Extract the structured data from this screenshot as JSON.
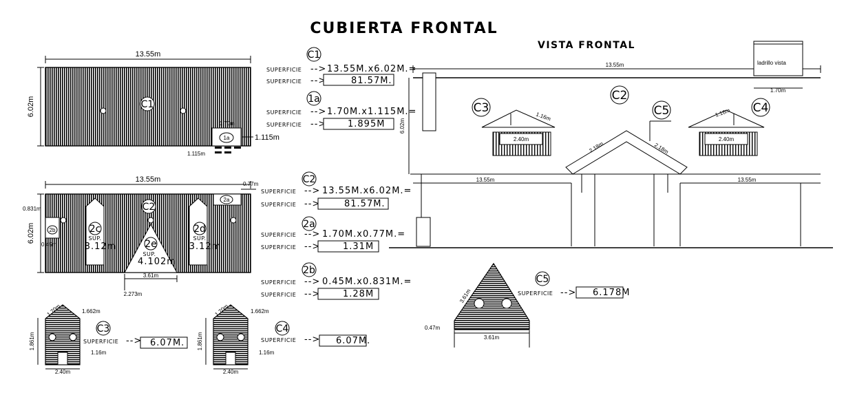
{
  "title": "CUBIERTA FRONTAL",
  "subtitle": "VISTA FRONTAL",
  "plan1": {
    "width": "13.55m",
    "height": "6.02m",
    "label": "C1",
    "sub_label": "1a",
    "sub_w": "1.70m",
    "sub_h": "1.115m",
    "sub_h2": "1.115m"
  },
  "plan2": {
    "width": "13.55m",
    "height": "6.02m",
    "offset_top": "0.77m",
    "offset_left": "0.831m",
    "label": "C2",
    "sub_a": "2a",
    "sub_b": "2b",
    "sub_c": "2c",
    "sub_d": "2d",
    "sub_e": "2e",
    "sup_word": "SUP.",
    "area_c": "3.12m",
    "area_d": "3.12m",
    "area_e": "4.102m",
    "base_e": "3.61m",
    "offset_e": "2.273m",
    "side_b": "0.45m"
  },
  "dormer3": {
    "label": "C3",
    "slope": "1.70m",
    "top": "1.662m",
    "height": "1.861m",
    "side": "1.16m",
    "base": "2.40m"
  },
  "dormer4": {
    "label": "C4",
    "slope": "1.70m",
    "top": "1.662m",
    "height": "1.861m",
    "side": "1.16m",
    "base": "2.40m"
  },
  "gable5": {
    "label": "C5",
    "slope": "3.61m",
    "height": "0.47m",
    "base": "3.61m"
  },
  "calcs": {
    "superficie": "SUPERFICIE",
    "c1": {
      "label": "C1",
      "formula": "13.55M.x6.02M.=",
      "result": "81.57M."
    },
    "c1a": {
      "label": "1a",
      "formula": "1.70M.x1.115M.=",
      "result": "1.895M"
    },
    "c2": {
      "label": "C2",
      "formula": "13.55M.x6.02M.=",
      "result": "81.57M."
    },
    "c2a": {
      "label": "2a",
      "formula": "1.70M.x0.77M.=",
      "result": "1.31M"
    },
    "c2b": {
      "label": "2b",
      "formula": "0.45M.x0.831M.=",
      "result": "1.28M"
    },
    "c3": {
      "result": "6.07M."
    },
    "c4": {
      "result": "6.07M."
    },
    "c5": {
      "result": "6.178M"
    }
  },
  "elevation": {
    "width": "13.55m",
    "height": "6.02m",
    "left_w": "13.55m",
    "right_w": "13.55m",
    "roof_l": "2.18m",
    "roof_r": "2.18m",
    "win_l": "2.40m",
    "win_r": "2.40m",
    "dorm_l": "1.16m",
    "dorm_r": "1.16m",
    "chimney_label": "ladrillo vista",
    "chimney_w": "1.70m",
    "c2": "C2",
    "c3": "C3",
    "c4": "C4",
    "c5": "C5"
  }
}
